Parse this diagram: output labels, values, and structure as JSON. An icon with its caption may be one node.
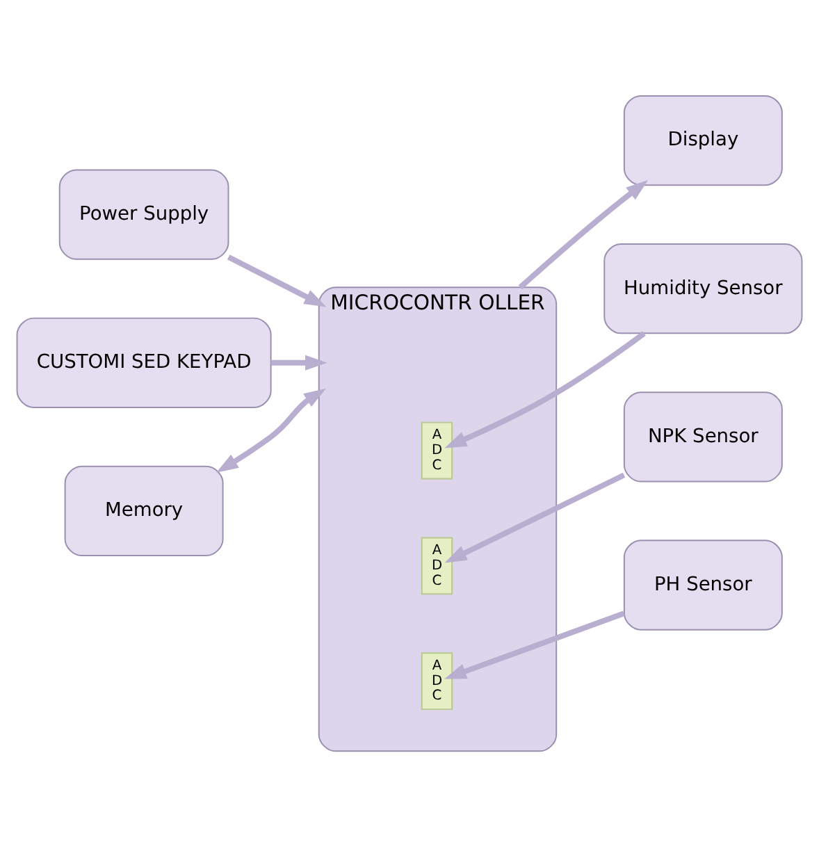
{
  "diagram": {
    "nodes": [
      {
        "text": [
          "Display"
        ]
      },
      {
        "text": [
          "Power Supply"
        ]
      },
      {
        "text": [
          "CUSTOMI SED KEYPAD"
        ]
      },
      {
        "text": [
          "Memory"
        ]
      },
      {
        "text": [
          "MICROCONTR OLLER"
        ]
      },
      {
        "text": [
          "A D C"
        ],
        "in": 4
      },
      {
        "text": [
          "A D C"
        ],
        "in": 4
      },
      {
        "text": [
          "A D C"
        ],
        "in": 4
      },
      {
        "text": [
          "Humidity Sensor"
        ]
      },
      {
        "text": [
          "NPK Sensor"
        ]
      },
      {
        "text": [
          "PH Sensor"
        ]
      }
    ],
    "edges": [
      {
        "from": 4,
        "to": 0,
        "arrow": "to"
      },
      {
        "from": 1,
        "to": 4,
        "arrow": "to"
      },
      {
        "from": 2,
        "to": 4,
        "arrow": "to"
      },
      {
        "from": 3,
        "to": 4,
        "arrow": "both"
      },
      {
        "from": 8,
        "to": 5,
        "arrow": "to"
      },
      {
        "from": 9,
        "to": 6,
        "arrow": "to"
      },
      {
        "from": 10,
        "to": 7,
        "arrow": "to"
      }
    ]
  }
}
